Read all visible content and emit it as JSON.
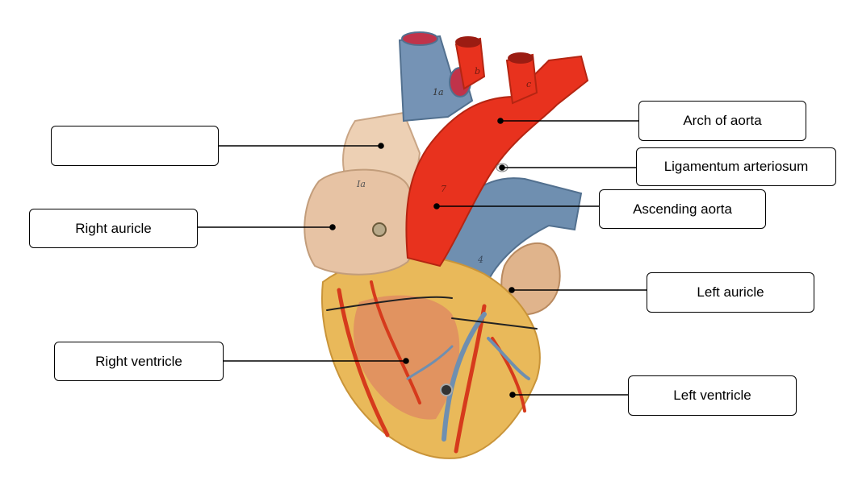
{
  "labels": {
    "blank": "",
    "right_auricle": "Right auricle",
    "right_ventricle": "Right ventricle",
    "arch_of_aorta": "Arch of aorta",
    "ligamentum_arteriosum": "Ligamentum arteriosum",
    "ascending_aorta": "Ascending aorta",
    "left_auricle": "Left auricle",
    "left_ventricle": "Left ventricle"
  },
  "model_marks": {
    "mark_ia_atrium": "Ia",
    "mark_ia_svc": "1a",
    "mark_b": "b",
    "mark_c": "c",
    "mark_7": "7",
    "mark_4": "4"
  },
  "colors": {
    "aorta_red": "#e8321e",
    "vein_blue": "#6f8fb0",
    "atrium_beige": "#e7c3a4",
    "myocardium_yellow": "#e9b95a",
    "coronary_red": "#d63a1c"
  }
}
